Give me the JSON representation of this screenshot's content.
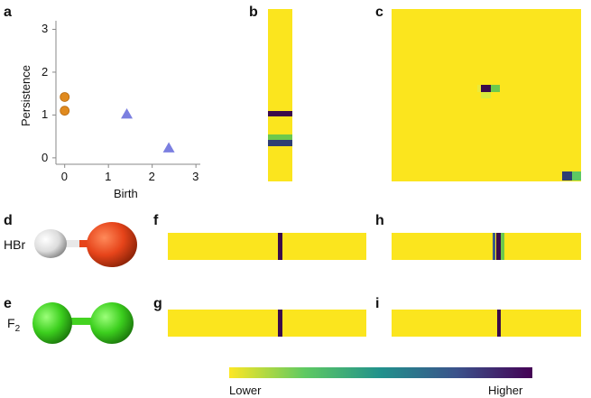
{
  "panels": {
    "a": "a",
    "b": "b",
    "c": "c",
    "d": "d",
    "e": "e",
    "f": "f",
    "g": "g",
    "h": "h",
    "i": "i"
  },
  "molecules": {
    "hbr": "HBr",
    "f2_base": "F",
    "f2_sub": "2"
  },
  "colorbar": {
    "low_label": "Lower",
    "high_label": "Higher",
    "stops": [
      "#fde725",
      "#5ec962",
      "#21918c",
      "#3b528b",
      "#440154"
    ]
  },
  "colors": {
    "field": "#fbe51e",
    "orange_point": "#e08a1e",
    "triangle_point": "#7b7fe0",
    "dark": "#3b0a4a",
    "navy": "#2f3e73",
    "green": "#6cc94c",
    "light_green": "#b8e33a",
    "teal_blue": "#3c5a8a"
  },
  "chart_data": [
    {
      "type": "scatter",
      "panel": "a",
      "xlabel": "Birth",
      "ylabel": "Persistence",
      "xlim": [
        -0.2,
        3.1
      ],
      "ylim": [
        -0.15,
        3.2
      ],
      "xticks": [
        "0",
        "1",
        "2",
        "3"
      ],
      "yticks": [
        "0",
        "1",
        "2",
        "3"
      ],
      "series": [
        {
          "marker": "circle",
          "color": "#e08a1e",
          "points": [
            [
              0,
              1.42
            ],
            [
              0,
              1.1
            ]
          ]
        },
        {
          "marker": "triangle",
          "color": "#7b7fe0",
          "points": [
            [
              1.42,
              1.02
            ],
            [
              2.38,
              0.23
            ]
          ]
        }
      ]
    },
    {
      "type": "heatmap",
      "panel": "b",
      "orientation": "vertical-strip",
      "extent": [
        0,
        1
      ],
      "bands": [
        {
          "from": 0.59,
          "to": 0.625,
          "color": "#3b0a4a"
        },
        {
          "from": 0.73,
          "to": 0.76,
          "color": "#6cc94c"
        },
        {
          "from": 0.76,
          "to": 0.795,
          "color": "#2f3e73"
        }
      ]
    },
    {
      "type": "heatmap",
      "panel": "c",
      "cells": [
        {
          "col": 0.45,
          "row": 0.44,
          "w": 0.022,
          "h": 0.04,
          "color": "#ecea3a"
        },
        {
          "col": 0.472,
          "row": 0.44,
          "w": 0.05,
          "h": 0.04,
          "color": "#3b0a4a"
        },
        {
          "col": 0.522,
          "row": 0.44,
          "w": 0.05,
          "h": 0.04,
          "color": "#6cc94c"
        },
        {
          "col": 0.472,
          "row": 0.48,
          "w": 0.05,
          "h": 0.04,
          "color": "#d9ea3c"
        },
        {
          "col": 0.9,
          "row": 0.94,
          "w": 0.05,
          "h": 0.055,
          "color": "#2f3e73"
        },
        {
          "col": 0.95,
          "row": 0.94,
          "w": 0.05,
          "h": 0.055,
          "color": "#5ec962"
        }
      ]
    },
    {
      "type": "heatmap",
      "panel": "f",
      "orientation": "horizontal-strip",
      "bands": [
        {
          "from": 0.555,
          "to": 0.578,
          "color": "#3b0a4a"
        }
      ]
    },
    {
      "type": "heatmap",
      "panel": "g",
      "orientation": "horizontal-strip",
      "bands": [
        {
          "from": 0.555,
          "to": 0.578,
          "color": "#3b0a4a"
        }
      ]
    },
    {
      "type": "heatmap",
      "panel": "h",
      "orientation": "horizontal-strip",
      "bands": [
        {
          "from": 0.535,
          "to": 0.55,
          "color": "#3c5a8a"
        },
        {
          "from": 0.55,
          "to": 0.578,
          "color": "#3b0a4a"
        },
        {
          "from": 0.578,
          "to": 0.595,
          "color": "#6cc94c"
        }
      ]
    },
    {
      "type": "heatmap",
      "panel": "i",
      "orientation": "horizontal-strip",
      "bands": [
        {
          "from": 0.555,
          "to": 0.578,
          "color": "#3b0a4a"
        }
      ]
    }
  ]
}
